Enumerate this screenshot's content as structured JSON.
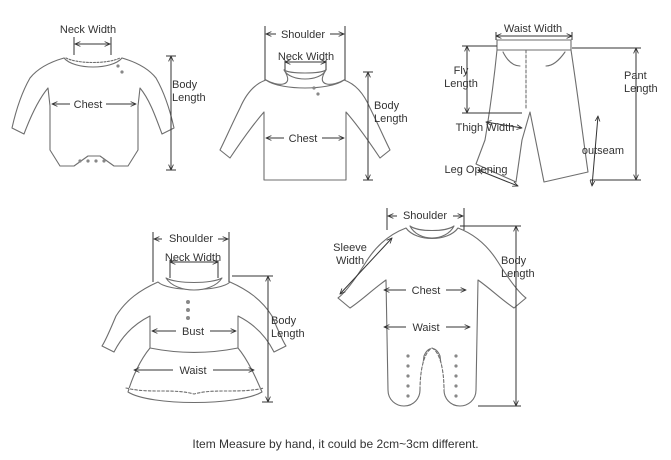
{
  "bodysuit": {
    "neck_width": "Neck Width",
    "body": "Body",
    "length": "Length",
    "chest": "Chest"
  },
  "shirt": {
    "shoulder": "Shoulder",
    "neck_width": "Neck Width",
    "body": "Body",
    "length": "Length",
    "chest": "Chest"
  },
  "pants": {
    "waist_width": "Waist Width",
    "fly": "Fly",
    "length": "Length",
    "pant": "Pant",
    "pant_length": "Length",
    "thigh_width": "Thigh Width",
    "outseam": "outseam",
    "leg_opening": "Leg Opening"
  },
  "dress": {
    "shoulder": "Shoulder",
    "neck_width": "Neck Width",
    "body": "Body",
    "length": "Length",
    "bust": "Bust",
    "waist": "Waist"
  },
  "romper": {
    "shoulder": "Shoulder",
    "sleeve": "Sleeve",
    "width": "Width",
    "body": "Body",
    "length": "Length",
    "chest": "Chest",
    "waist": "Waist"
  },
  "footer_note": "Item Measure by hand, it could be 2cm~3cm different."
}
